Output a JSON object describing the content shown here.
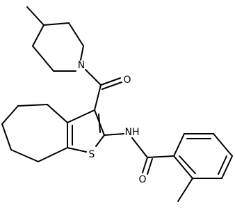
{
  "molecule": {
    "atoms": {
      "N1": "N",
      "O1": "O",
      "S1": "S",
      "N2": "NH",
      "O2": "O"
    }
  }
}
